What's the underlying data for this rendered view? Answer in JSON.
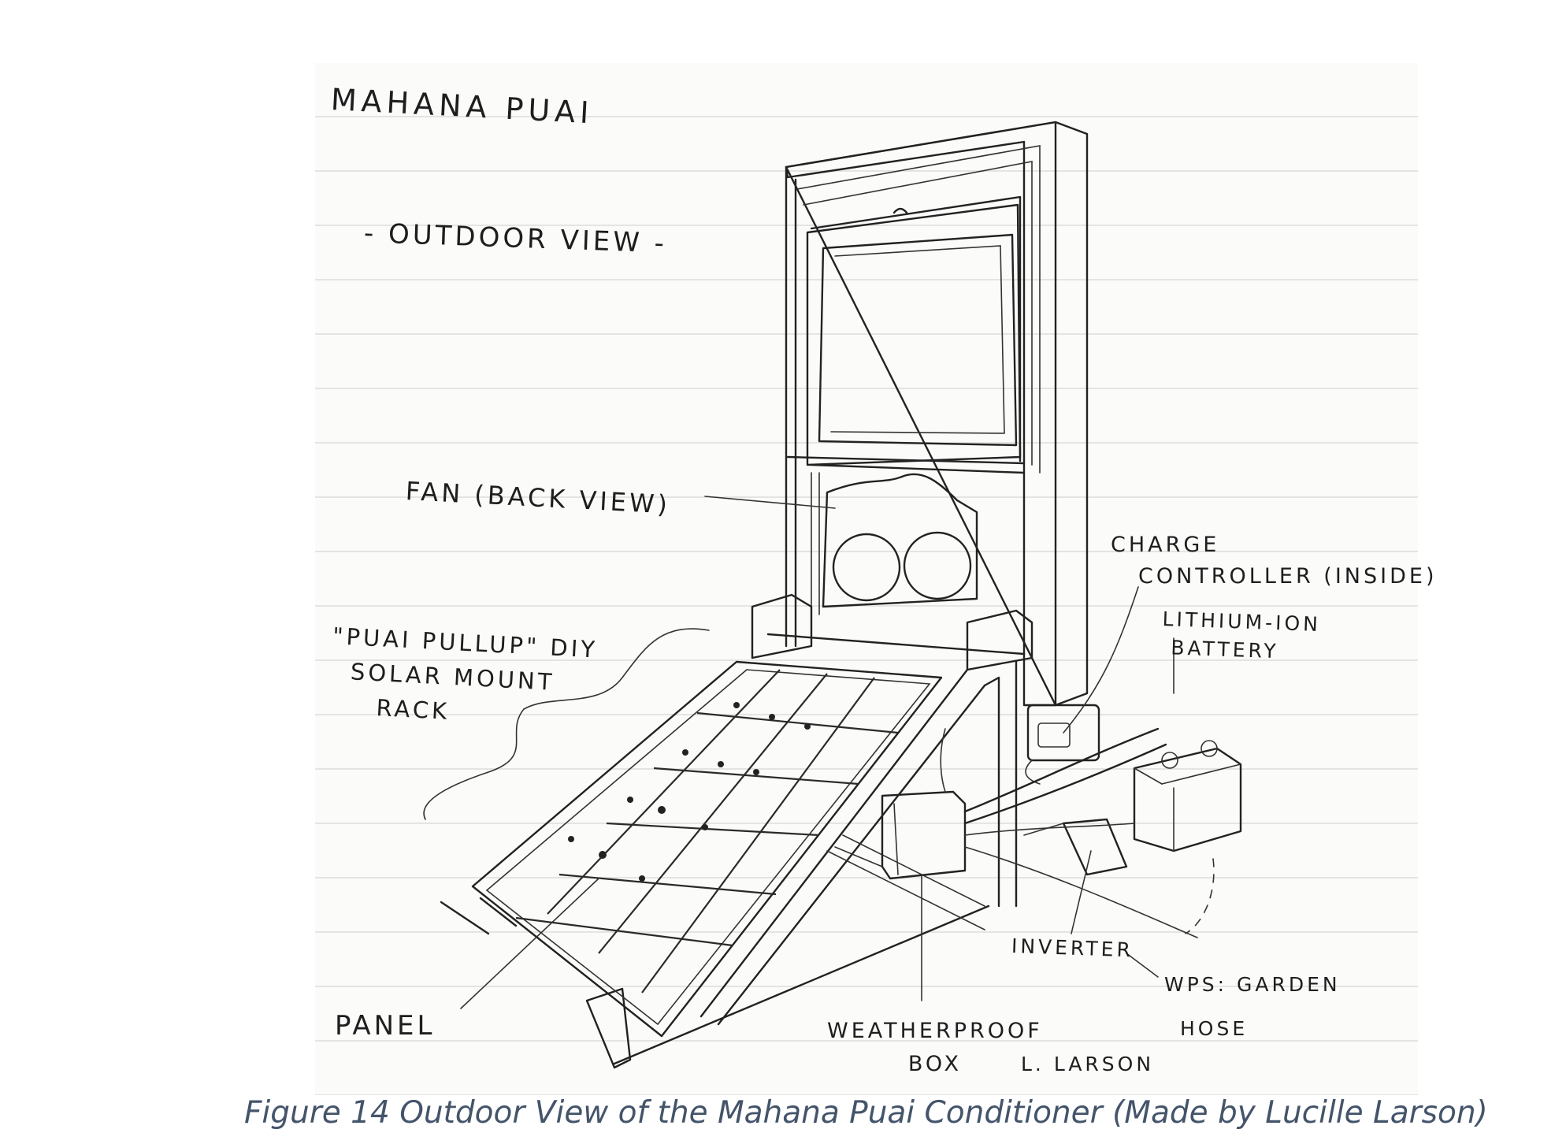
{
  "sketch": {
    "title": "MAHANA PUAI",
    "subtitle": "- OUTDOOR VIEW -",
    "labels": {
      "fan": "FAN (BACK VIEW)",
      "rack_line1": "\"PUAI PULLUP\" DIY",
      "rack_line2": "SOLAR MOUNT",
      "rack_line3": "RACK",
      "charge_line1": "CHARGE",
      "charge_line2": "CONTROLLER (INSIDE)",
      "battery_line1": "LITHIUM-ION",
      "battery_line2": "BATTERY",
      "panel": "PANEL",
      "box_line1": "WEATHERPROOF",
      "box_line2": "BOX",
      "inverter": "INVERTER",
      "wps_line1": "WPS: GARDEN",
      "wps_line2": "HOSE"
    },
    "signature": "L. LARSON"
  },
  "caption": "Figure 14 Outdoor View of the Mahana Puai Conditioner (Made by Lucille Larson)"
}
